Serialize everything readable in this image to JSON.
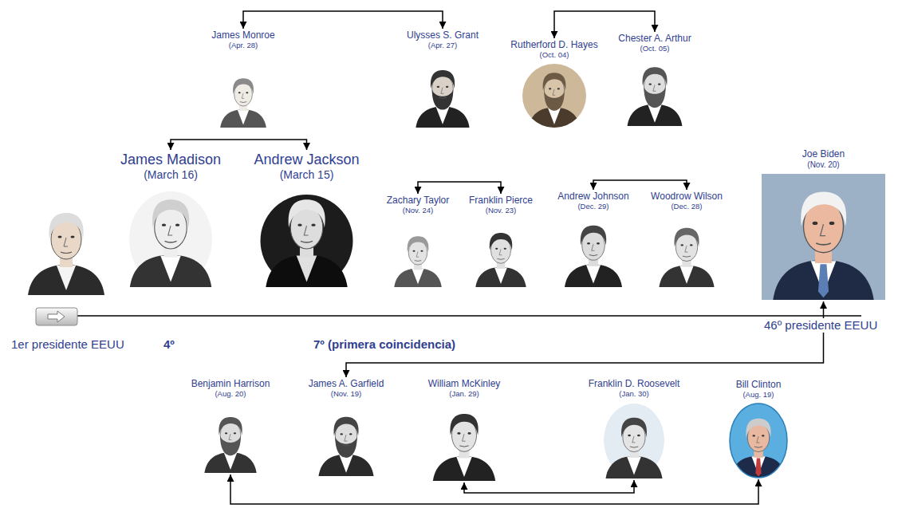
{
  "diagram": {
    "nodes": [
      {
        "text": [
          "James Monroe",
          "(Apr. 28)"
        ]
      },
      {
        "text": [
          "Ulysses S. Grant",
          "(Apr. 27)"
        ]
      },
      {
        "text": [
          "Rutherford D. Hayes",
          "(Oct. 04)"
        ]
      },
      {
        "text": [
          "Chester A. Arthur",
          "(Oct. 05)"
        ]
      },
      {
        "text": [
          "James Madison",
          "(March 16)"
        ]
      },
      {
        "text": [
          "Andrew Jackson",
          "(March 15)"
        ]
      },
      {
        "text": [
          "Zachary Taylor",
          "(Nov. 24)"
        ]
      },
      {
        "text": [
          "Franklin Pierce",
          "(Nov. 23)"
        ]
      },
      {
        "text": [
          "Andrew Johnson",
          "(Dec. 29)"
        ]
      },
      {
        "text": [
          "Woodrow Wilson",
          "(Dec. 28)"
        ]
      },
      {
        "text": [
          "Joe Biden",
          "(Nov. 20)"
        ]
      },
      {
        "text": [
          "Benjamin Harrison",
          "(Aug. 20)"
        ]
      },
      {
        "text": [
          "James A. Garfield",
          "(Nov. 19)"
        ]
      },
      {
        "text": [
          "William McKinley",
          "(Jan. 29)"
        ]
      },
      {
        "text": [
          "Franklin D. Roosevelt",
          "(Jan. 30)"
        ]
      },
      {
        "text": [
          "Bill Clinton",
          "(Aug. 19)"
        ]
      }
    ],
    "edges": [
      {
        "from": 0,
        "to": 1,
        "arrow": "both"
      },
      {
        "from": 2,
        "to": 3,
        "arrow": "both"
      },
      {
        "from": 4,
        "to": 5,
        "arrow": "both"
      },
      {
        "from": 6,
        "to": 7,
        "arrow": "both"
      },
      {
        "from": 8,
        "to": 9,
        "arrow": "both"
      },
      {
        "from": 12,
        "to": 10,
        "arrow": "both"
      },
      {
        "from": 11,
        "to": 15,
        "arrow": "both"
      },
      {
        "from": 13,
        "to": 14,
        "arrow": "both"
      }
    ],
    "labels": [
      "1er presidente EEUU",
      "4º",
      "7º (primera coincidencia)",
      "46º presidente EEUU"
    ]
  }
}
